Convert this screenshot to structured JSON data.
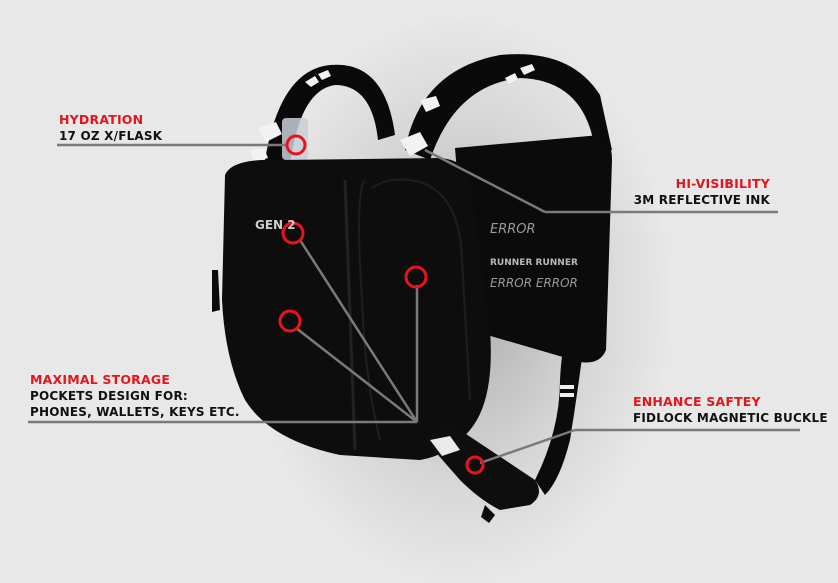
{
  "callouts": {
    "hydration": {
      "title": "HYDRATION",
      "lines": [
        "17 OZ X/FLASK"
      ]
    },
    "hi_visibility": {
      "title": "HI-VISIBILITY",
      "lines": [
        "3M REFLECTIVE INK"
      ]
    },
    "storage": {
      "title": "MAXIMAL STORAGE",
      "lines": [
        "POCKETS DESIGN FOR:",
        "PHONES, WALLETS, KEYS ETC."
      ]
    },
    "safety": {
      "title": "ENHANCE SAFTEY",
      "lines": [
        "FIDLOCK MAGNETIC BUCKLE"
      ]
    }
  },
  "product": {
    "logo_text": "GEN 2",
    "back_panel_text": [
      "ERROR",
      "RUNNER RUNNER",
      "ERROR ERROR"
    ]
  },
  "colors": {
    "background": "#e8e8e8",
    "accent_red": "#e8141c",
    "callout_line": "#7a7a7a",
    "product_black": "#0c0c0c"
  }
}
